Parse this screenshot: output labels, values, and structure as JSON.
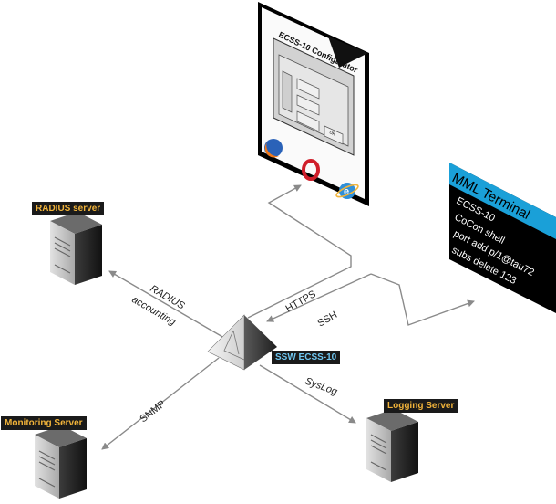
{
  "nodes": {
    "radius_server": "RADIUS server",
    "monitoring_server": "Monitoring Server",
    "logging_server": "Logging Server",
    "ssw": "SSW ECSS-10"
  },
  "configurator": {
    "title": "ECSS-10 Configurator",
    "ok": "ok"
  },
  "terminal": {
    "title": "MML Terminal",
    "lines": [
      "ECSS-10",
      "CoCon shell",
      "port add p/1@tau72",
      "subs delete 123"
    ]
  },
  "edges": {
    "radius_line1": "RADIUS",
    "radius_line2": "accounting",
    "https": "HTTPS",
    "ssh": "SSH",
    "snmp": "SNMP",
    "syslog": "SysLog"
  },
  "colors": {
    "accent_orange": "#f2b43a",
    "accent_blue": "#6fc6f0",
    "terminal_bg": "#000000",
    "terminal_header": "#1aa0d8"
  }
}
